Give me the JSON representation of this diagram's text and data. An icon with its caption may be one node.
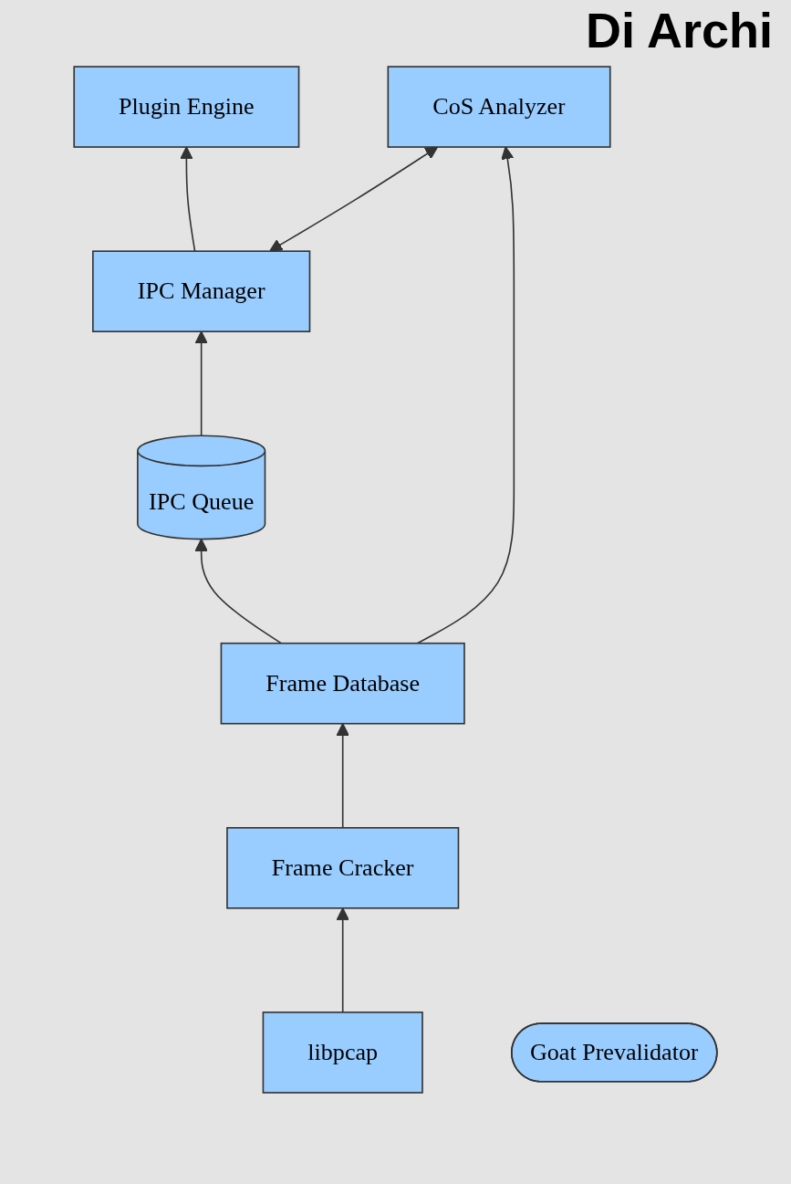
{
  "diagram": {
    "title": "Di Archi",
    "nodes": [
      {
        "text": [
          "Plugin Engine"
        ]
      },
      {
        "text": [
          "IPC Manager"
        ]
      },
      {
        "text": [
          "IPC Queue"
        ]
      },
      {
        "text": [
          "CoS Analyzer"
        ]
      },
      {
        "text": [
          "Frame Database"
        ]
      },
      {
        "text": [
          "Frame Cracker"
        ]
      },
      {
        "text": [
          "libpcap"
        ]
      },
      {
        "text": [
          "Goat Prevalidator"
        ]
      }
    ],
    "edges": [
      {
        "from": 1,
        "to": 0,
        "arrow": "to"
      },
      {
        "from": 2,
        "to": 1,
        "arrow": "to"
      },
      {
        "from": 1,
        "to": 3,
        "arrow": "both"
      },
      {
        "from": 4,
        "to": 2,
        "arrow": "to"
      },
      {
        "from": 4,
        "to": 3,
        "arrow": "to"
      },
      {
        "from": 5,
        "to": 4,
        "arrow": "to"
      },
      {
        "from": 6,
        "to": 5,
        "arrow": "to"
      }
    ]
  }
}
